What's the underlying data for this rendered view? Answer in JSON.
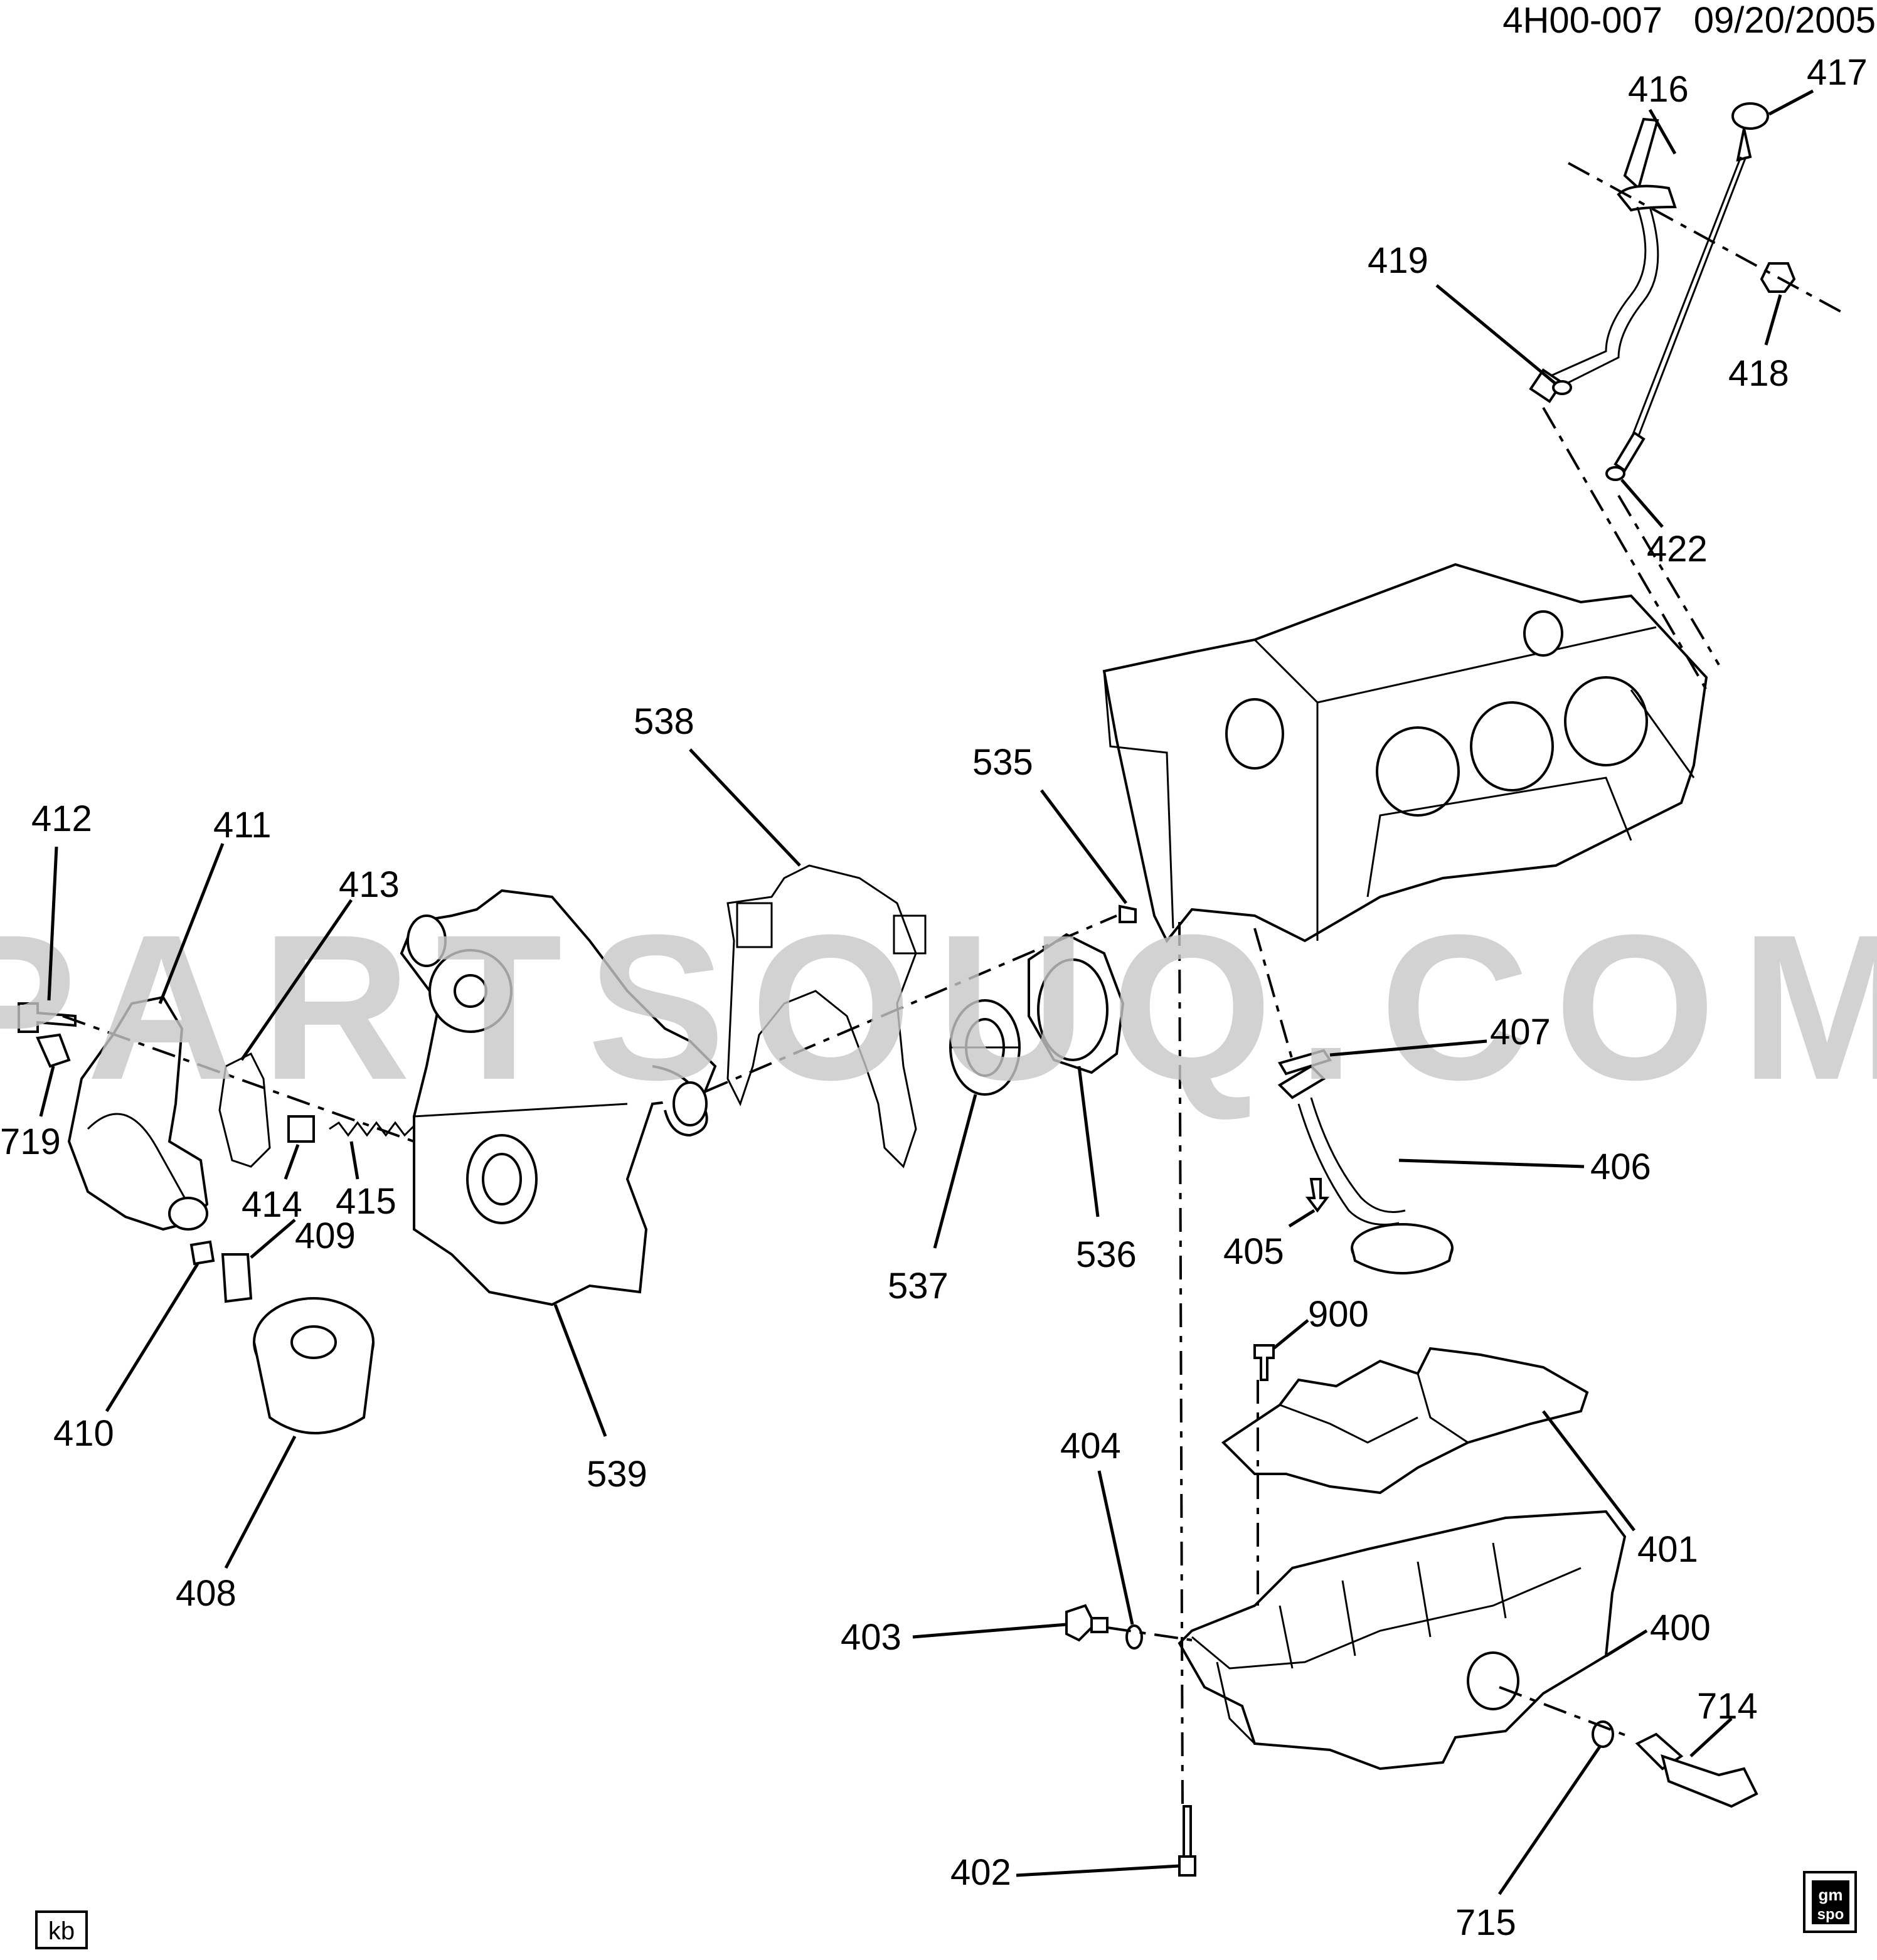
{
  "header": {
    "code": "4H00-007",
    "date": "09/20/2005"
  },
  "watermark": "PARTSOUQ.COM",
  "footer": {
    "badge": "kb",
    "logo_line1": "gm",
    "logo_line2": "spo"
  },
  "callouts": [
    {
      "id": "416"
    },
    {
      "id": "417"
    },
    {
      "id": "419"
    },
    {
      "id": "418"
    },
    {
      "id": "422"
    },
    {
      "id": "538"
    },
    {
      "id": "535"
    },
    {
      "id": "412"
    },
    {
      "id": "411"
    },
    {
      "id": "413"
    },
    {
      "id": "719"
    },
    {
      "id": "414"
    },
    {
      "id": "415"
    },
    {
      "id": "409"
    },
    {
      "id": "410"
    },
    {
      "id": "408"
    },
    {
      "id": "539"
    },
    {
      "id": "537"
    },
    {
      "id": "536"
    },
    {
      "id": "407"
    },
    {
      "id": "406"
    },
    {
      "id": "405"
    },
    {
      "id": "900"
    },
    {
      "id": "404"
    },
    {
      "id": "401"
    },
    {
      "id": "403"
    },
    {
      "id": "400"
    },
    {
      "id": "714"
    },
    {
      "id": "402"
    },
    {
      "id": "715"
    }
  ]
}
